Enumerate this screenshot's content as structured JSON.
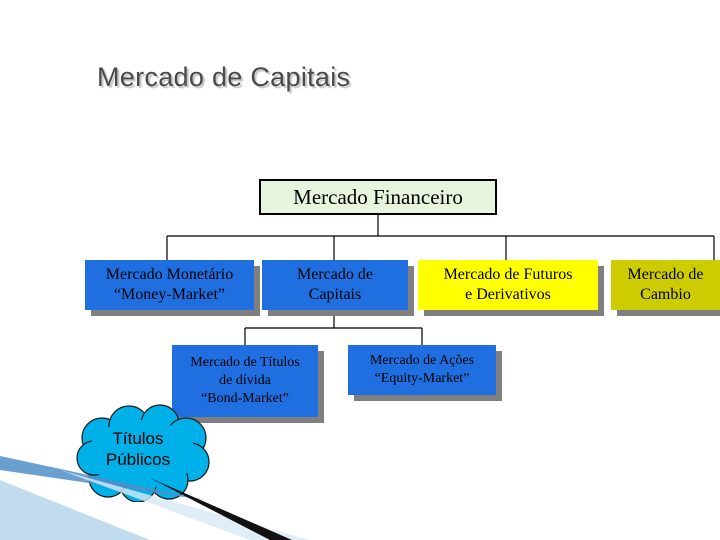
{
  "title": "Mercado de Capitais",
  "root": {
    "label": "Mercado Financeiro"
  },
  "branches": [
    {
      "label": "Mercado Monetário\n“Money-Market”",
      "color": "#1f6fe0"
    },
    {
      "label": "Mercado de\nCapitais",
      "color": "#1f6fe0"
    },
    {
      "label": "Mercado de Futuros\ne Derivativos",
      "color": "#ffff00"
    },
    {
      "label": "Mercado de\nCambio",
      "color": "#cccc00"
    }
  ],
  "capitais_children": [
    {
      "label": "Mercado de Títulos\nde dívida\n“Bond-Market”"
    },
    {
      "label": "Mercado de Ações\n“Equity-Market”"
    }
  ],
  "callout": {
    "label": "Títulos\nPúblicos",
    "shape": "cloud"
  }
}
